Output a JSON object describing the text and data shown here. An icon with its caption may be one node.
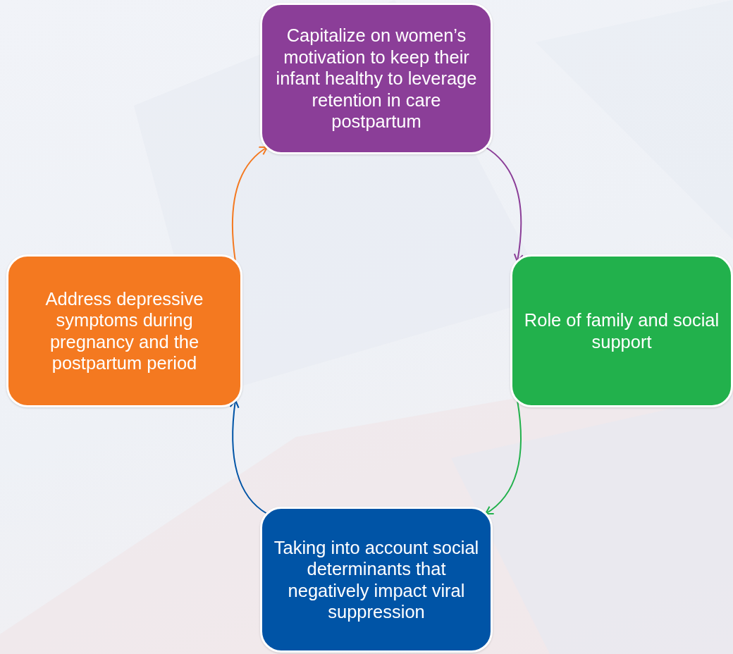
{
  "diagram": {
    "nodes": [
      {
        "text": [
          "Capitalize on women’s motivation to keep their infant healthy to leverage retention in care postpartum"
        ]
      },
      {
        "text": [
          "Role of family and social support"
        ]
      },
      {
        "text": [
          "Taking into account social determinants that negatively impact viral suppression"
        ]
      },
      {
        "text": [
          "Address depressive symptoms during pregnancy and the postpartum period"
        ]
      }
    ],
    "edges": [
      {
        "from": 0,
        "to": 1,
        "arrow": "to",
        "color": "#8b3e98"
      },
      {
        "from": 1,
        "to": 2,
        "arrow": "to",
        "color": "#22b14c"
      },
      {
        "from": 2,
        "to": 3,
        "arrow": "to",
        "color": "#0054a6"
      },
      {
        "from": 3,
        "to": 0,
        "arrow": "to",
        "color": "#f47920"
      }
    ]
  }
}
